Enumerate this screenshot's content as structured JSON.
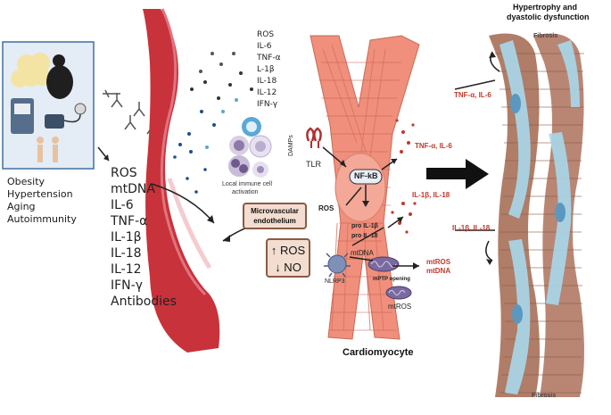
{
  "risk_factors": [
    "Obesity",
    "Hypertension",
    "Aging",
    "Autoimmunity"
  ],
  "circulating_mediators": [
    "ROS",
    "mtDNA",
    "IL-6",
    "TNF-α",
    "IL-1β",
    "IL-18",
    "IL-12",
    "IFN-γ",
    "Antibodies"
  ],
  "local_cytokines": [
    "ROS",
    "IL-6",
    "TNF-α",
    "L-1β",
    "IL-18",
    "IL-12",
    "IFN-γ"
  ],
  "immune_activation": {
    "line1": "Local immune cell",
    "line2": "activation"
  },
  "endothelium_box": {
    "line1": "Microvascular",
    "line2": "endothelium"
  },
  "ros_no_box": {
    "line1": "↑ ROS",
    "line2": "↓ NO"
  },
  "cardiomyocyte": {
    "title": "Cardiomyocyte",
    "damps": "DAMPs",
    "tlr": "TLR",
    "nfkb": "NF-kB",
    "ros": "ROS",
    "pro_il1b": "pro IL-1β",
    "pro_il18": "pro IL-18",
    "mtdna": "mtDNA",
    "nlrp3": "NLRP3",
    "mptp": "mPTP opening",
    "mtros": "mtROS",
    "out_tnf": "TNF-α, IL-6",
    "out_il1": "IL-1β, IL-18",
    "out_mtros": "mtROS",
    "out_mtdna": "mtDNA"
  },
  "right_panel": {
    "title1": "Hypertrophy and",
    "title2": "dyastolic dysfunction",
    "fibrosis_top": "Fibrosis",
    "fibrosis_bottom": "Fibrosis",
    "tnf": "TNF-α, IL-6",
    "il1": "IL-1β, IL-18"
  },
  "colors": {
    "vessel": "#c8323a",
    "myocyte": "#ef8f7c",
    "fibroblast": "#a8d8ec",
    "accent_red": "#c0392b"
  }
}
